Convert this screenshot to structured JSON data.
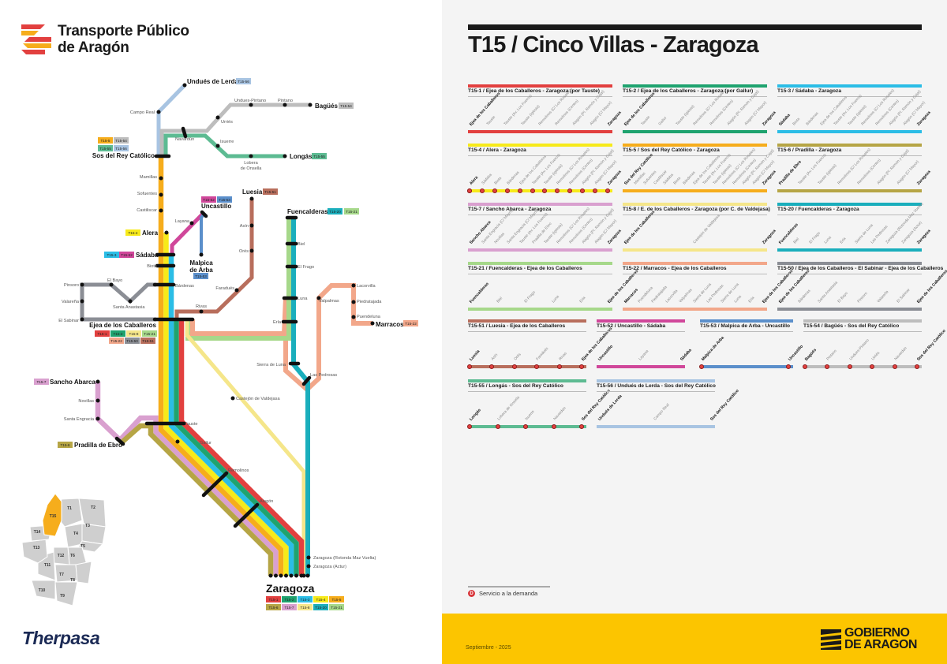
{
  "brand": {
    "line1": "Transporte Público",
    "line2": "de Aragón",
    "operator": "Therpasa"
  },
  "colors": {
    "T15-1": "#e2403f",
    "T15-2": "#1fa36f",
    "T15-3": "#2bbde6",
    "T15-4": "#f7ea1a",
    "T15-5": "#f6ad1c",
    "T15-6": "#b6a545",
    "T15-7": "#d9a0cf",
    "T15-8": "#f5e68a",
    "T15-20": "#1aaebc",
    "T15-21": "#a6d88a",
    "T15-22": "#f2a78a",
    "T15-50": "#8b8e95",
    "T15-51": "#b86e5c",
    "T15-52": "#d0479a",
    "T15-53": "#5b8fcb",
    "T15-54": "#bdbdbd",
    "T15-55": "#5dbb92",
    "T15-56": "#a8c4e2",
    "footer": "#fcc500",
    "demand": "#d8353a"
  },
  "map": {
    "stations": {
      "undues_lerda": "Undués de Lerda",
      "campo_real": "Campo Real",
      "undues_pintano": "Undues-Pintano",
      "pintano": "Pintano",
      "bagues": "Bagüés",
      "urries": "Urriés",
      "navardun": "Navardún",
      "isuerre": "Isuerre",
      "lobera1": "Lobera",
      "lobera2": "de Onsella",
      "longas": "Longás",
      "sos": "Sos del Rey Católico",
      "mamillas": "Mamillas",
      "sofuentes": "Sofuentes",
      "castiliscar": "Castiliscar",
      "alera": "Alera",
      "layana": "Layana",
      "uncastillo": "Uncastillo",
      "luesia": "Luesia",
      "asin": "Asín",
      "ores": "Orés",
      "malpica1": "Malpica",
      "malpica2": "de Arba",
      "sadaba": "Sádaba",
      "biota": "Biota",
      "bardenas": "Bárdenas",
      "pinsoro": "Pinsoro",
      "el_bayo": "El Bayo",
      "valarena": "Valareña",
      "santa_anastasia": "Santa Anastasia",
      "el_sabinar": "El Sabinar",
      "faradues": "Faradués",
      "rivas": "Rivas",
      "ejea": "Ejea de los Caballeros",
      "fuencalderas": "Fuencalderas",
      "biel": "Biel",
      "el_frago": "El Frago",
      "luna": "Luna",
      "valpalmas": "Valpalmas",
      "lacorvilla": "Lacorvilla",
      "piedratajada": "Piedratajada",
      "puendeluna": "Puendeluna",
      "marracos": "Marracos",
      "erla": "Erla",
      "sierra_luna": "Sierra de Luna",
      "las_pedrosas": "Las Pedrosas",
      "sancho": "Sancho Abarca",
      "novillas": "Novillas",
      "santa_engracia": "Santa Engracia",
      "pradilla": "Pradilla de Ebro",
      "tauste": "Tauste",
      "castejon": "Castejón de Valdejasa",
      "gallur": "Gallur",
      "remolinos": "Remolinos",
      "alagon": "Alagón",
      "zgz_rotonda": "Zaragoza (Rotonda Maz Vuelta)",
      "zgz_actur": "Zaragoza (Actur)",
      "zaragoza": "Zaragoza"
    },
    "regions": [
      "T1",
      "T2",
      "T3",
      "T4",
      "T5",
      "T6",
      "T7",
      "T8",
      "T9",
      "T10",
      "T11",
      "T12",
      "T13",
      "T14",
      "T15"
    ],
    "highlighted_region": "T15"
  },
  "panel": {
    "title": "T15 / Cinco Villas - Zaragoza",
    "routes": [
      {
        "code": "T15-1",
        "title": "T15-1 / Ejea de los Caballeros - Zaragoza (por Tauste)",
        "demand": false,
        "stops": [
          "Ejea de los Caballeros",
          "Tauste",
          "Tauste (Av. Los Fueros)",
          "Tauste (Iglesia)",
          "Remolinos (C/ Los Rosales)",
          "Remolinos (Centro)",
          "Alagón (Pl. Ramón y Cajal)",
          "Alagón (C/ Mayor)",
          "Zaragoza"
        ]
      },
      {
        "code": "T15-2",
        "title": "T15-2 / Ejea de los Caballeros - Zaragoza (por Gallur)",
        "demand": false,
        "stops": [
          "Ejea de los Caballeros",
          "Tauste",
          "Gallur",
          "Tauste (Iglesia)",
          "Remolinos (C/ Los Rosales)",
          "Remolinos (Centro)",
          "Alagón (Pl. Ramón y Cajal)",
          "Alagón (C/ Mayor)",
          "Zaragoza"
        ]
      },
      {
        "code": "T15-3",
        "title": "T15-3 / Sádaba - Zaragoza",
        "demand": false,
        "stops": [
          "Sádaba",
          "Biota",
          "Bárdenas",
          "Ejea de los Caballeros",
          "Tauste (Av. Los Fueros)",
          "Tauste (Iglesia)",
          "Remolinos (C/ Los Rosales)",
          "Remolinos (Centro)",
          "Alagón (Pl. Ramón y Cajal)",
          "Alagón (C/ Mayor)",
          "Zaragoza"
        ]
      },
      {
        "code": "T15-4",
        "title": "T15-4 / Alera - Zaragoza",
        "demand": true,
        "stops": [
          "Alera",
          "Sádaba",
          "Biota",
          "Bárdenas",
          "Ejea de los Caballeros",
          "Tauste (Av. Los Fueros)",
          "Tauste (Iglesia)",
          "Remolinos (C/ Los Rosales)",
          "Remolinos (Centro)",
          "Alagón (Pl. Ramón y Cajal)",
          "Alagón (C/ Mayor)",
          "Zaragoza"
        ]
      },
      {
        "code": "T15-5",
        "title": "T15-5 / Sos del Rey Católico - Zaragoza",
        "demand": false,
        "stops": [
          "Sos del Rey Católico",
          "Mamillas",
          "Sofuentes",
          "Castiliscar",
          "Sádaba",
          "Biota",
          "Bárdenas",
          "Ejea de los Caballeros",
          "Tauste (Av. Los Fueros)",
          "Tauste (Iglesia)",
          "Remolinos (C/ Los Rosales)",
          "Remolinos (Centro)",
          "Alagón (Pl. Ramón y Cajal)",
          "Alagón (C/ Mayor)",
          "Zaragoza"
        ]
      },
      {
        "code": "T15-6",
        "title": "T15-6 / Pradilla - Zaragoza",
        "demand": false,
        "stops": [
          "Pradilla de Ebro",
          "Tauste (Av. Los Fueros)",
          "Tauste (Iglesia)",
          "Remolinos (C/ Los Rosales)",
          "Remolinos (Centro)",
          "Alagón (Pl. Ramón y Cajal)",
          "Alagón (C/ Mayor)",
          "Zaragoza"
        ]
      },
      {
        "code": "T15-7",
        "title": "T15-7 / Sancho Abarca - Zaragoza",
        "demand": false,
        "stops": [
          "Sancho Abarca",
          "Santa Engracia (C/ Mayor)",
          "Novillas",
          "Santa Engracia (C/ Mayor)",
          "Tauste (Av. Los Fueros)",
          "Pradilla de Ebro",
          "Tauste (Iglesia)",
          "Remolinos (C/ Los Rosales)",
          "Remolinos (Centro)",
          "Alagón (Pl. Ramón y Cajal)",
          "Alagón (C/ Mayor)",
          "Zaragoza"
        ]
      },
      {
        "code": "T15-8",
        "title": "T15-8 / E. de los Caballeros - Zaragoza (por C. de Valdejasa)",
        "demand": false,
        "stops": [
          "Ejea de los Caballeros",
          "Castejón de Valdejasa",
          "Zaragoza"
        ]
      },
      {
        "code": "T15-20",
        "title": "T15-20 / Fuencalderas - Zaragoza",
        "demand": false,
        "stops": [
          "Fuencalderas",
          "Biel",
          "El Frago",
          "Luna",
          "Erla",
          "Sierra de Luna",
          "Las Pedrosas",
          "Zaragoza (Rotonda Maz Vuelta)",
          "Zaragoza (Actur)",
          "Zaragoza"
        ]
      },
      {
        "code": "T15-21",
        "title": "T15-21 / Fuencalderas - Ejea de los Caballeros",
        "demand": false,
        "stops": [
          "Fuencalderas",
          "Biel",
          "El Frago",
          "Luna",
          "Erla",
          "Ejea de los Caballeros"
        ]
      },
      {
        "code": "T15-22",
        "title": "T15-22 / Marracos - Ejea de los Caballeros",
        "demand": false,
        "stops": [
          "Marracos",
          "Puendeluna",
          "Piedratajada",
          "Lacorvilla",
          "Valpalmas",
          "Sierra de Luna",
          "Las Pedrosas",
          "Sierra de Luna",
          "Luna",
          "Erla",
          "Ejea de los Caballeros"
        ]
      },
      {
        "code": "T15-50",
        "title": "T15-50 / Ejea de los Caballeros - El Sabinar - Ejea de los Caballeros",
        "demand": false,
        "stops": [
          "Ejea de los Caballeros",
          "Bárdenas",
          "Santa Anastasia",
          "El Bayo",
          "Pinsoro",
          "Valareña",
          "El Sabinar",
          "Ejea de los Caballeros"
        ]
      },
      {
        "code": "T15-51",
        "title": "T15-51 / Luesia - Ejea de los Caballeros",
        "demand": true,
        "stops": [
          "Luesia",
          "Asín",
          "Orés",
          "Faradués",
          "Rivas",
          "Ejea de los Caballeros"
        ]
      },
      {
        "code": "T15-52",
        "title": "T15-52 / Uncastillo - Sádaba",
        "demand": false,
        "stops": [
          "Uncastillo",
          "Layana",
          "Sádaba"
        ]
      },
      {
        "code": "T15-53",
        "title": "T15-53 / Malpica de Arba - Uncastillo",
        "demand": true,
        "stops": [
          "Malpica de Arba",
          "Uncastillo"
        ]
      },
      {
        "code": "T15-54",
        "title": "T15-54 / Bagüés - Sos del Rey Católico",
        "demand": true,
        "stops": [
          "Bagüés",
          "Pintano",
          "Undues-Pintano",
          "Urriés",
          "Navardún",
          "Sos del Rey Católico"
        ]
      },
      {
        "code": "T15-55",
        "title": "T15-55 / Longás - Sos del Rey Católico",
        "demand": true,
        "stops": [
          "Longás",
          "Lobera de Onsella",
          "Isuerre",
          "Navardún",
          "Sos del Rey Católico"
        ]
      },
      {
        "code": "T15-56",
        "title": "T15-56 / Undués de Lerda - Sos del Rey Católico",
        "demand": false,
        "stops": [
          "Undués de Lerda",
          "Campo Real",
          "Sos del Rey Católico"
        ]
      }
    ],
    "legend": {
      "symbol": "D",
      "label": "Servicio a la demanda"
    }
  },
  "footer": {
    "date": "Septiembre - 2025",
    "gov_line1": "GOBIERNO",
    "gov_line2": "DE ARAGON"
  }
}
